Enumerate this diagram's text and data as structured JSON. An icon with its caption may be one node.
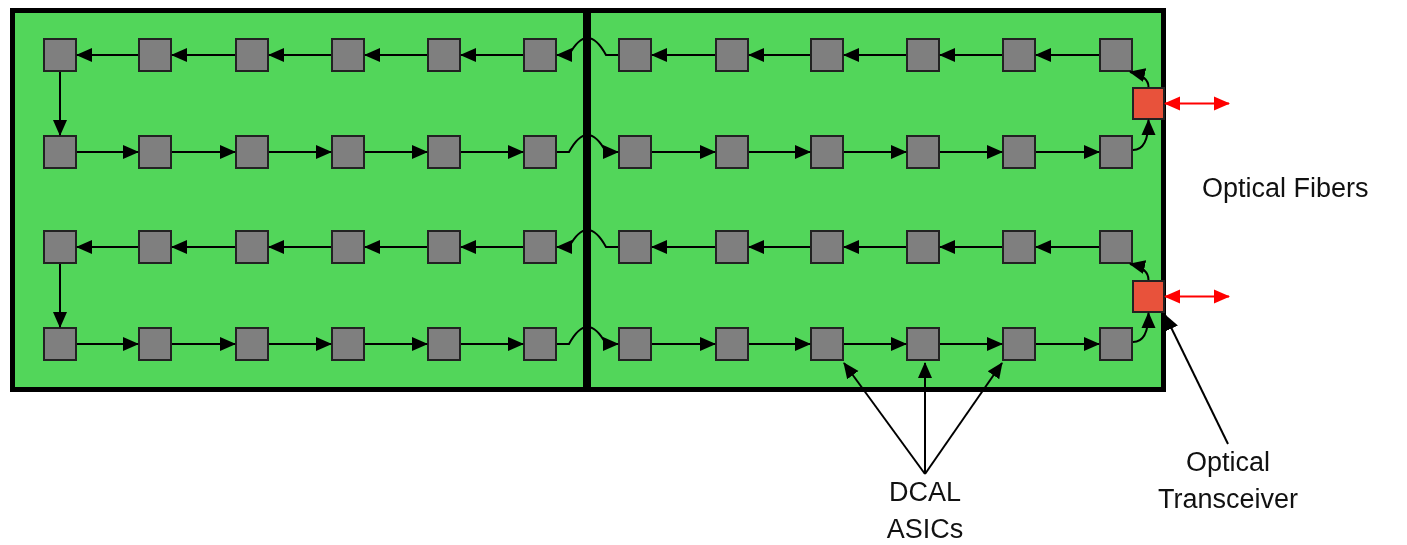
{
  "diagram": {
    "nodes": [
      {
        "text": [],
        "shape": "box"
      },
      {
        "text": [],
        "shape": "box",
        "in": 0
      },
      {
        "text": [],
        "shape": "box",
        "in": 0
      },
      {
        "text": [],
        "shape": "box",
        "in": 0
      },
      {
        "text": [],
        "shape": "box",
        "in": 0
      },
      {
        "text": [],
        "shape": "box",
        "in": 0
      },
      {
        "text": [],
        "shape": "box",
        "in": 0
      },
      {
        "text": [],
        "shape": "box",
        "in": 0
      },
      {
        "text": [],
        "shape": "box",
        "in": 0
      },
      {
        "text": [],
        "shape": "box",
        "in": 0
      },
      {
        "text": [],
        "shape": "box",
        "in": 0
      },
      {
        "text": [],
        "shape": "box",
        "in": 0
      },
      {
        "text": [],
        "shape": "box",
        "in": 0
      },
      {
        "text": [],
        "shape": "box",
        "in": 0
      },
      {
        "text": [],
        "shape": "box",
        "in": 0
      },
      {
        "text": [],
        "shape": "box",
        "in": 0
      },
      {
        "text": [],
        "shape": "box",
        "in": 0
      },
      {
        "text": [],
        "shape": "box",
        "in": 0
      },
      {
        "text": [],
        "shape": "box",
        "in": 0
      },
      {
        "text": [],
        "shape": "box",
        "in": 0
      },
      {
        "text": [],
        "shape": "box",
        "in": 0
      },
      {
        "text": [],
        "shape": "box",
        "in": 0
      },
      {
        "text": [],
        "shape": "box",
        "in": 0
      },
      {
        "text": [],
        "shape": "box",
        "in": 0
      },
      {
        "text": [],
        "shape": "box",
        "in": 0
      },
      {
        "text": [],
        "shape": "box"
      },
      {
        "text": [],
        "shape": "box",
        "in": 25
      },
      {
        "text": [],
        "shape": "box",
        "in": 25
      },
      {
        "text": [],
        "shape": "box",
        "in": 25
      },
      {
        "text": [],
        "shape": "box",
        "in": 25
      },
      {
        "text": [],
        "shape": "box",
        "in": 25
      },
      {
        "text": [],
        "shape": "box",
        "in": 25
      },
      {
        "text": [],
        "shape": "box",
        "in": 25
      },
      {
        "text": [],
        "shape": "box",
        "in": 25
      },
      {
        "text": [],
        "shape": "box",
        "in": 25
      },
      {
        "text": [],
        "shape": "box",
        "in": 25
      },
      {
        "text": [],
        "shape": "box",
        "in": 25
      },
      {
        "text": [],
        "shape": "box",
        "in": 25
      },
      {
        "text": [],
        "shape": "box",
        "in": 25
      },
      {
        "text": [],
        "shape": "box",
        "in": 25
      },
      {
        "text": [],
        "shape": "box",
        "in": 25
      },
      {
        "text": [],
        "shape": "box",
        "in": 25
      },
      {
        "text": [],
        "shape": "box",
        "in": 25
      },
      {
        "text": [],
        "shape": "box",
        "in": 25
      },
      {
        "text": [],
        "shape": "box",
        "in": 25
      },
      {
        "text": [],
        "shape": "box",
        "in": 25
      },
      {
        "text": [],
        "shape": "box",
        "in": 25
      },
      {
        "text": [],
        "shape": "box",
        "in": 25
      },
      {
        "text": [],
        "shape": "box",
        "in": 25
      },
      {
        "text": [],
        "shape": "box",
        "in": 25
      },
      {
        "text": [],
        "shape": "box",
        "in": 25
      },
      {
        "text": [],
        "shape": "box",
        "in": 25
      },
      {
        "text": [
          "Optical Transceiver"
        ]
      },
      {
        "text": [
          "DCAL ASICs"
        ]
      }
    ],
    "edges": [
      {
        "from": 50,
        "to": 31,
        "arrow": "to"
      },
      {
        "from": 31,
        "to": 30,
        "arrow": "to"
      },
      {
        "from": 30,
        "to": 29,
        "arrow": "to"
      },
      {
        "from": 29,
        "to": 28,
        "arrow": "to"
      },
      {
        "from": 28,
        "to": 27,
        "arrow": "to"
      },
      {
        "from": 27,
        "to": 26,
        "arrow": "to"
      },
      {
        "from": 26,
        "to": 6,
        "arrow": "to"
      },
      {
        "from": 6,
        "to": 5,
        "arrow": "to"
      },
      {
        "from": 5,
        "to": 4,
        "arrow": "to"
      },
      {
        "from": 4,
        "to": 3,
        "arrow": "to"
      },
      {
        "from": 3,
        "to": 2,
        "arrow": "to"
      },
      {
        "from": 2,
        "to": 1,
        "arrow": "to"
      },
      {
        "from": 1,
        "to": 7,
        "arrow": "to"
      },
      {
        "from": 7,
        "to": 8,
        "arrow": "to"
      },
      {
        "from": 8,
        "to": 9,
        "arrow": "to"
      },
      {
        "from": 9,
        "to": 10,
        "arrow": "to"
      },
      {
        "from": 10,
        "to": 11,
        "arrow": "to"
      },
      {
        "from": 11,
        "to": 12,
        "arrow": "to"
      },
      {
        "from": 12,
        "to": 32,
        "arrow": "to"
      },
      {
        "from": 32,
        "to": 33,
        "arrow": "to"
      },
      {
        "from": 33,
        "to": 34,
        "arrow": "to"
      },
      {
        "from": 34,
        "to": 35,
        "arrow": "to"
      },
      {
        "from": 35,
        "to": 36,
        "arrow": "to"
      },
      {
        "from": 36,
        "to": 37,
        "arrow": "to"
      },
      {
        "from": 37,
        "to": 50,
        "arrow": "to"
      },
      {
        "from": 50,
        "to": null,
        "arrow": "both",
        "color": "#ff0000"
      },
      {
        "from": 51,
        "to": 43,
        "arrow": "to"
      },
      {
        "from": 43,
        "to": 42,
        "arrow": "to"
      },
      {
        "from": 42,
        "to": 41,
        "arrow": "to"
      },
      {
        "from": 41,
        "to": 40,
        "arrow": "to"
      },
      {
        "from": 40,
        "to": 39,
        "arrow": "to"
      },
      {
        "from": 39,
        "to": 38,
        "arrow": "to"
      },
      {
        "from": 38,
        "to": 18,
        "arrow": "to"
      },
      {
        "from": 18,
        "to": 17,
        "arrow": "to"
      },
      {
        "from": 17,
        "to": 16,
        "arrow": "to"
      },
      {
        "from": 16,
        "to": 15,
        "arrow": "to"
      },
      {
        "from": 15,
        "to": 14,
        "arrow": "to"
      },
      {
        "from": 14,
        "to": 13,
        "arrow": "to"
      },
      {
        "from": 13,
        "to": 19,
        "arrow": "to"
      },
      {
        "from": 19,
        "to": 20,
        "arrow": "to"
      },
      {
        "from": 20,
        "to": 21,
        "arrow": "to"
      },
      {
        "from": 21,
        "to": 22,
        "arrow": "to"
      },
      {
        "from": 22,
        "to": 23,
        "arrow": "to"
      },
      {
        "from": 23,
        "to": 24,
        "arrow": "to"
      },
      {
        "from": 24,
        "to": 44,
        "arrow": "to"
      },
      {
        "from": 44,
        "to": 45,
        "arrow": "to"
      },
      {
        "from": 45,
        "to": 46,
        "arrow": "to"
      },
      {
        "from": 46,
        "to": 47,
        "arrow": "to"
      },
      {
        "from": 47,
        "to": 48,
        "arrow": "to"
      },
      {
        "from": 48,
        "to": 49,
        "arrow": "to"
      },
      {
        "from": 49,
        "to": 51,
        "arrow": "to"
      },
      {
        "from": 51,
        "to": null,
        "arrow": "both",
        "color": "#ff0000"
      },
      {
        "from": 52,
        "to": 51,
        "arrow": "to"
      },
      {
        "from": 53,
        "to": 46,
        "arrow": "to"
      },
      {
        "from": 53,
        "to": 47,
        "arrow": "to"
      },
      {
        "from": 53,
        "to": 48,
        "arrow": "to"
      }
    ],
    "labels": [
      "Optical Fibers"
    ]
  }
}
